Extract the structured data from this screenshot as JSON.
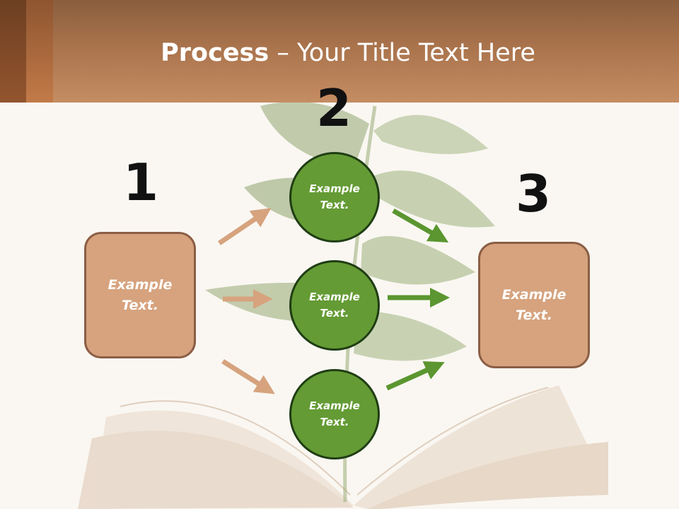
{
  "slide": {
    "title_bold": "Process",
    "title_rest": " – Your Title Text Here"
  },
  "steps": [
    {
      "number": "1",
      "text_line1": "Example",
      "text_line2": "Text."
    },
    {
      "number": "2",
      "text_line1": "Example",
      "text_line2": "Text."
    },
    {
      "number": "3",
      "text_line1": "Example",
      "text_line2": "Text."
    }
  ],
  "middle_nodes": [
    {
      "text_line1": "Example",
      "text_line2": "Text."
    },
    {
      "text_line1": "Example",
      "text_line2": "Text."
    },
    {
      "text_line1": "Example",
      "text_line2": "Text."
    }
  ],
  "colors": {
    "header": "#a9734c",
    "box_fill": "#d6a37e",
    "box_border": "#8b5e45",
    "node_fill": "#649b34",
    "node_border": "#1f3d14",
    "arrow_left": "#d6a37e",
    "arrow_right": "#5b9630"
  },
  "icons": [
    "leaf-illustration",
    "open-book-illustration",
    "arrow-icon"
  ]
}
